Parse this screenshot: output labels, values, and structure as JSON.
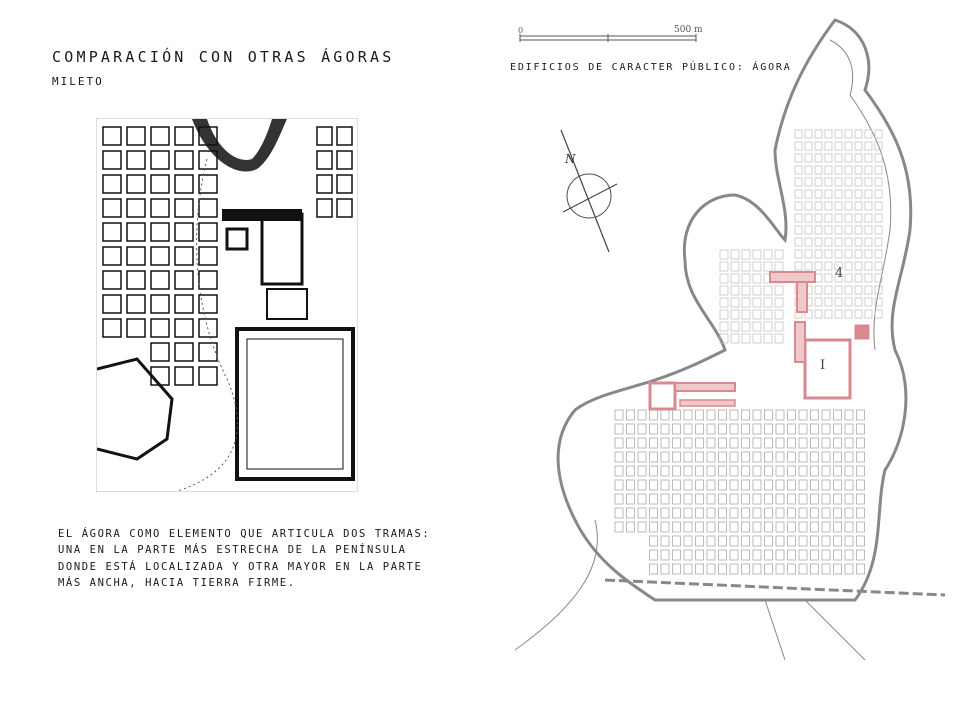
{
  "left": {
    "title": "COMPARACIÓN CON OTRAS ÁGORAS",
    "subtitle": "MILETO",
    "caption_lines": [
      "EL ÁGORA COMO ELEMENTO QUE ARTICULA DOS TRAMAS:",
      "UNA EN LA PARTE MÁS ESTRECHA DE LA PENÍNSULA",
      "DONDE ESTÁ LOCALIZADA Y OTRA MAYOR EN LA PARTE",
      "MÁS ANCHA, HACIA TIERRA FIRME."
    ]
  },
  "right": {
    "map_title": "EDIFICIOS DE CARACTER PÚBLICO: ÁGORA",
    "scale_zero": "0",
    "scale_label": "500 m",
    "north_label": "N",
    "label_agora": "I",
    "label_number": "4"
  },
  "colors": {
    "text": "#1a1a1a",
    "highlight": "#d9898f",
    "highlight_fill": "#f0c8ca",
    "map_line": "#888888",
    "plan_ink": "#111111"
  }
}
